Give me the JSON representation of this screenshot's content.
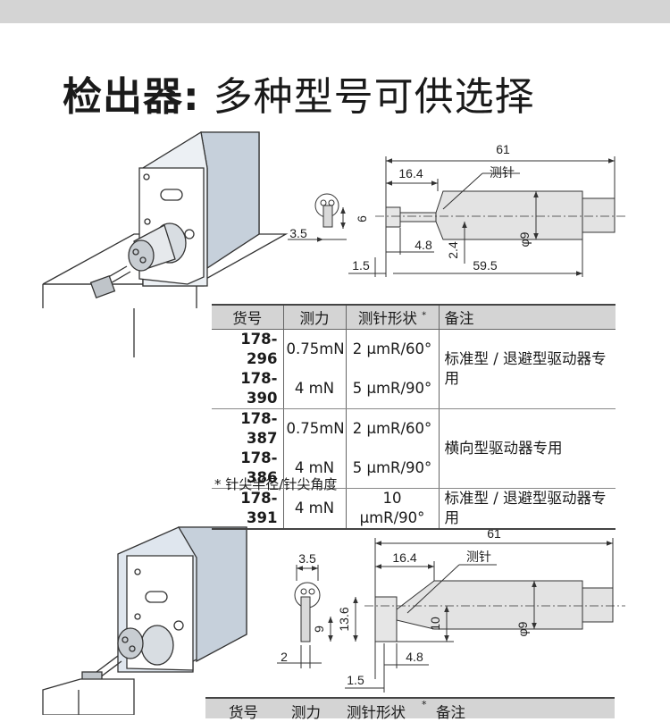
{
  "title_bold": "检出器:",
  "title_light": " 多种型号可供选择",
  "diagram1": {
    "probe_label": "测针",
    "dims": {
      "d61": "61",
      "d16_4": "16.4",
      "d6": "6",
      "d3_5": "3.5",
      "d4_8": "4.8",
      "d2_4": "2.4",
      "phi9": "φ9",
      "d1_5": "1.5",
      "d59_5": "59.5"
    }
  },
  "table": {
    "headers": [
      "货号",
      "测力",
      "测针形状",
      "备注"
    ],
    "header_star": "*",
    "rows": [
      {
        "model": "178-296",
        "force": "0.75mN",
        "shape": "2 μmR/60°"
      },
      {
        "model": "178-390",
        "force": "4 mN",
        "shape": "5 μmR/90°"
      },
      {
        "model": "178-387",
        "force": "0.75mN",
        "shape": "2 μmR/60°"
      },
      {
        "model": "178-386",
        "force": "4 mN",
        "shape": "5 μmR/90°"
      },
      {
        "model": "178-391",
        "force": "4 mN",
        "shape": "10 μmR/90°"
      }
    ],
    "notes": [
      "标准型 / 退避型驱动器专用",
      "横向型驱动器专用",
      "标准型 / 退避型驱动器专用"
    ]
  },
  "footnote": "* 针尖半径/针尖角度",
  "diagram2": {
    "probe_label": "测针",
    "dims": {
      "d61": "61",
      "d3_5": "3.5",
      "d16_4": "16.4",
      "d9": "9",
      "d13_6": "13.6",
      "d10": "10",
      "phi9": "φ9",
      "d2": "2",
      "d4_8": "4.8",
      "d1_5": "1.5"
    }
  },
  "table2_headers": [
    "货号",
    "测力",
    "测针形状",
    "备注"
  ],
  "table2_star": "*"
}
